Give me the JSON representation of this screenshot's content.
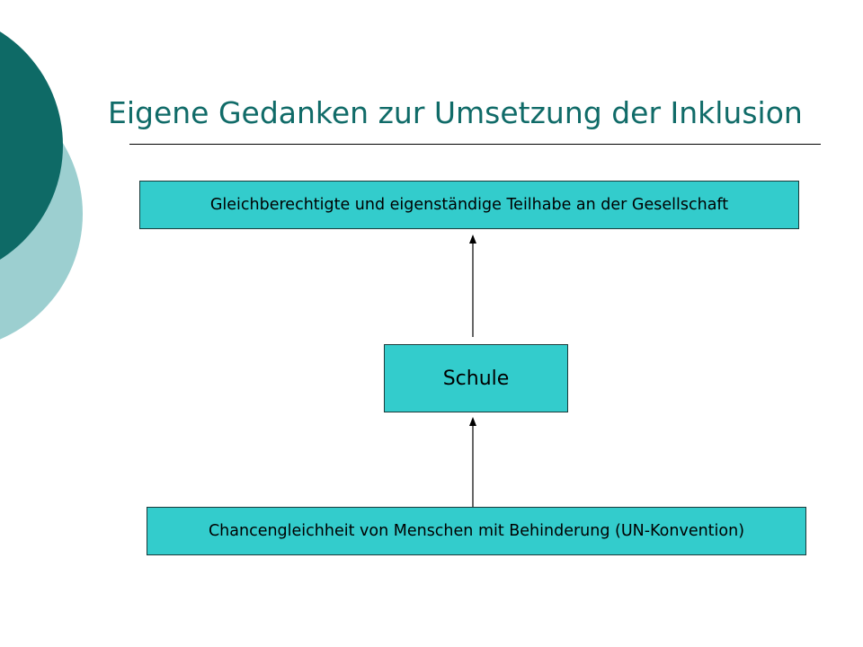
{
  "slide": {
    "title": "Eigene Gedanken zur Umsetzung der Inklusion"
  },
  "diagram": {
    "nodes": [
      {
        "id": "top",
        "label": "Gleichberechtigte und eigenständige Teilhabe an der Gesellschaft"
      },
      {
        "id": "middle",
        "label": "Schule"
      },
      {
        "id": "bottom",
        "label": "Chancengleichheit von Menschen mit Behinderung (UN-Konvention)"
      }
    ],
    "edges": [
      {
        "from": "bottom",
        "to": "middle"
      },
      {
        "from": "middle",
        "to": "top"
      }
    ]
  },
  "colors": {
    "title": "#106b68",
    "box_fill": "#33cccc",
    "decor_dark": "#0e6a66",
    "decor_light": "#9ccfd0"
  }
}
